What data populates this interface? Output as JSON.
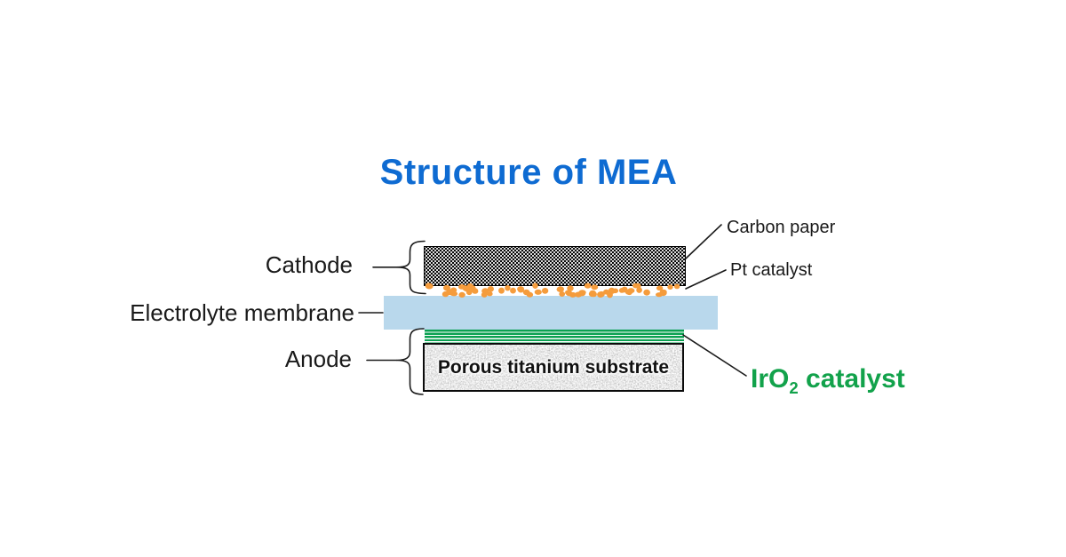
{
  "title": {
    "text": "Structure of MEA"
  },
  "left_labels": {
    "cathode": "Cathode",
    "membrane": "Electrolyte membrane",
    "anode": "Anode"
  },
  "right_labels": {
    "carbon_paper": "Carbon paper",
    "pt_catalyst": "Pt catalyst",
    "iro2_prefix": "IrO",
    "iro2_sub": "2",
    "iro2_suffix": " catalyst"
  },
  "layers": {
    "carbon_paper": "Carbon paper",
    "pt_catalyst": "Pt catalyst",
    "electrolyte_membrane": "Electrolyte membrane",
    "iro2_catalyst": "IrO2 catalyst",
    "substrate_label": "Porous titanium substrate"
  },
  "colors": {
    "title_blue": "#0e6bd2",
    "membrane_blue": "#b9d8ec",
    "iro2_green": "#0aa151",
    "iro2_text_green": "#12a24b",
    "pt_orange": "#f59c3c",
    "carbon_black": "#000000",
    "label_text": "#1a1a1a"
  }
}
